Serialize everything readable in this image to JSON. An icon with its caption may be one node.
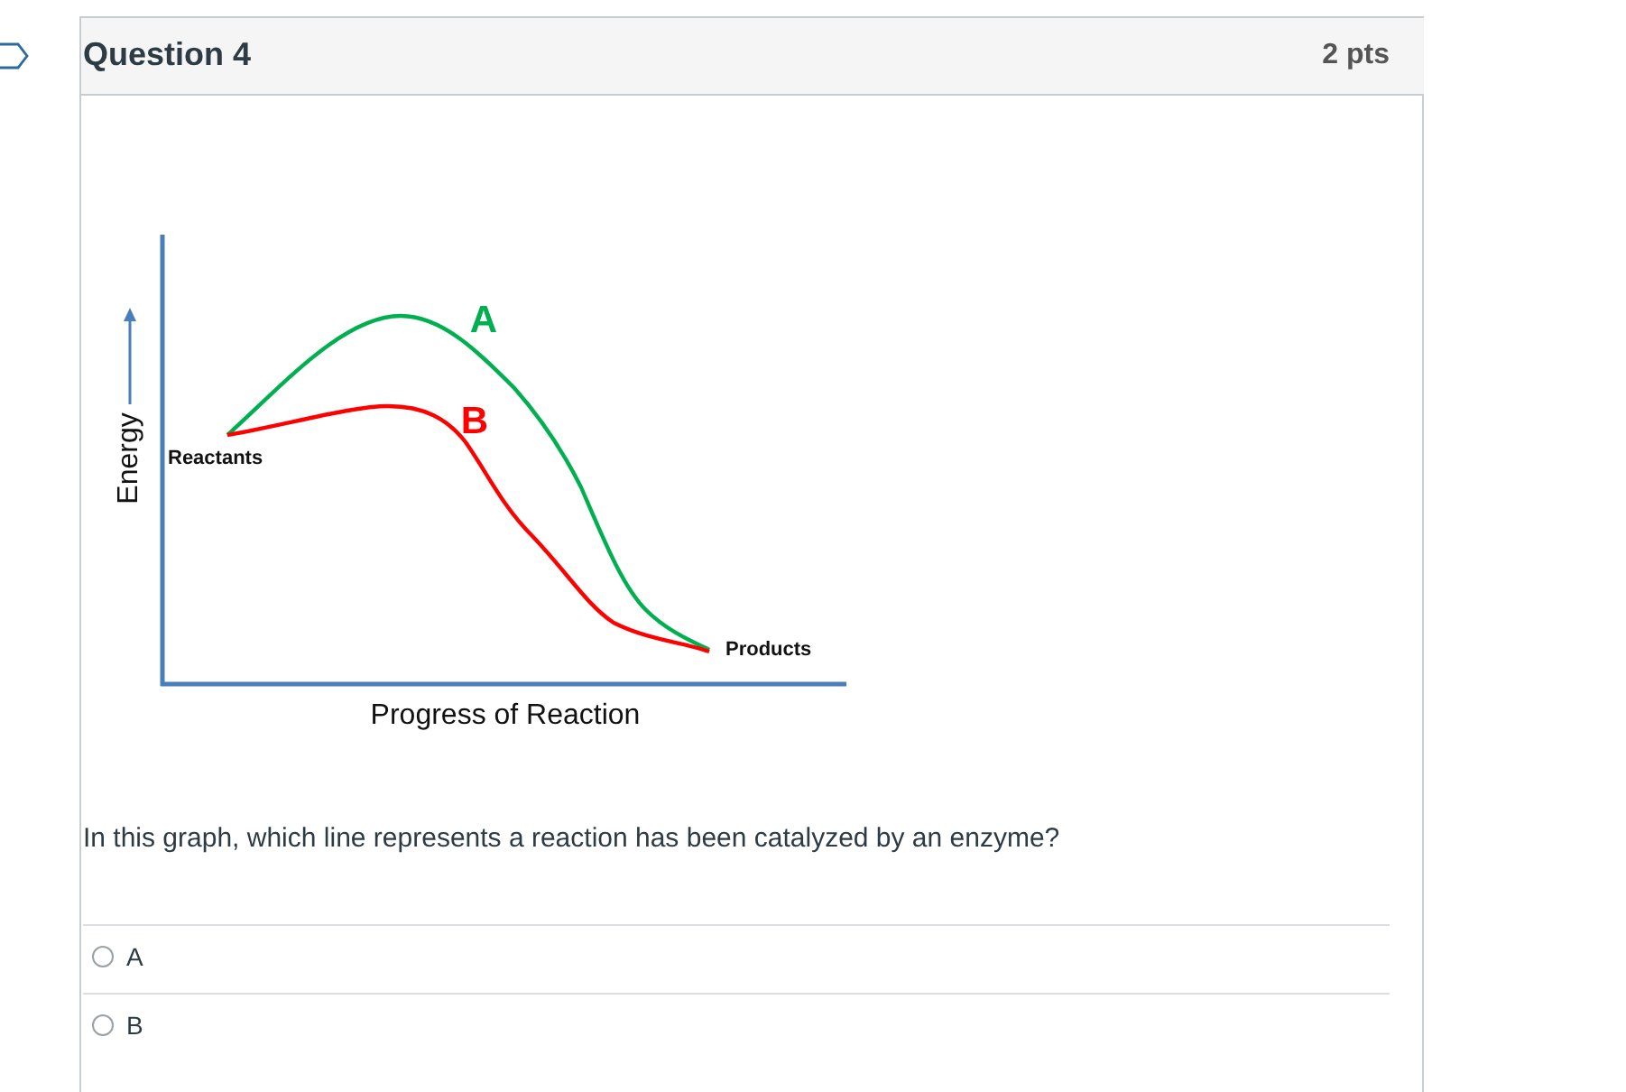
{
  "diagram": {
    "title": "Question 4",
    "labels": [
      "2 pts",
      "A",
      "B",
      "Energy",
      "Reactants",
      "Products",
      "Progress of Reaction",
      "In this graph, which line represents a reaction has been catalyzed by an enzyme?",
      "A",
      "B"
    ]
  }
}
